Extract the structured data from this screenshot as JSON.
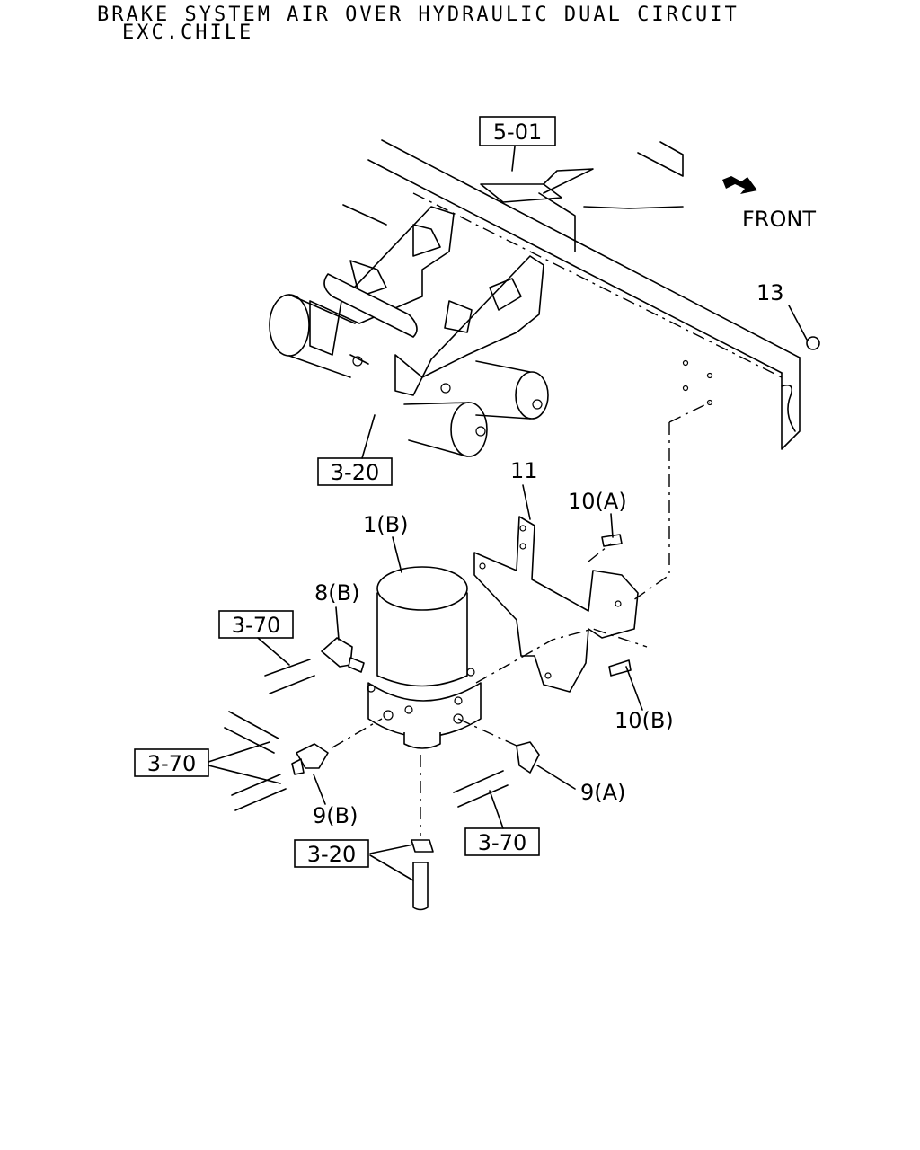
{
  "header": {
    "title_line1": "BRAKE SYSTEM AIR OVER HYDRAULIC DUAL CIRCUIT",
    "title_line2": "EXC.CHILE"
  },
  "direction": {
    "label": "FRONT"
  },
  "refs": {
    "r501": "5-01",
    "r320_top": "3-20",
    "r370_left_upper": "3-70",
    "r370_left_lower": "3-70",
    "r370_right": "3-70",
    "r320_bottom": "3-20"
  },
  "parts": {
    "p1b": "1(B)",
    "p8b": "8(B)",
    "p9a": "9(A)",
    "p9b": "9(B)",
    "p10a": "10(A)",
    "p10b": "10(B)",
    "p11": "11",
    "p13": "13"
  }
}
